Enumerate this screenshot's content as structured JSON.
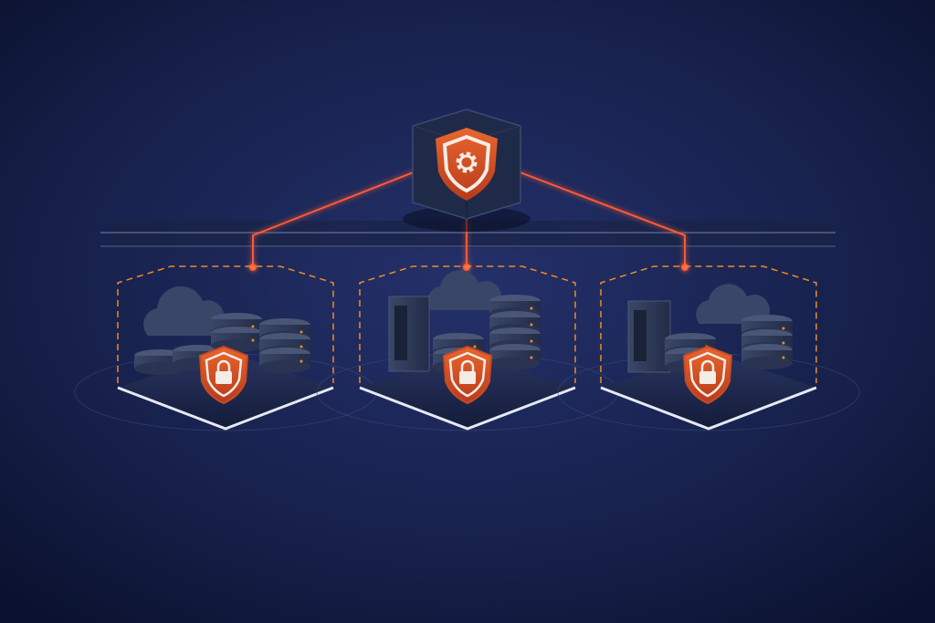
{
  "scene": {
    "colors": {
      "background": "#1a2550",
      "background_edge": "#0b1230",
      "accent": "#e0562a",
      "laser": "#ff4a2a",
      "dashed_outline": "#f08a24",
      "device": "#2e3a58",
      "device_dark": "#1c2640",
      "shield_border": "#f3ede6"
    },
    "hub": {
      "icon": "shield-gear-icon"
    },
    "clusters": [
      {
        "name": "cluster-left",
        "icons": [
          "cloud-icon",
          "database-icon",
          "shield-lock-icon"
        ]
      },
      {
        "name": "cluster-center",
        "icons": [
          "cloud-icon",
          "server-icon",
          "database-icon",
          "shield-lock-icon"
        ]
      },
      {
        "name": "cluster-right",
        "icons": [
          "cloud-icon",
          "server-icon",
          "database-icon",
          "shield-lock-icon"
        ]
      }
    ]
  }
}
